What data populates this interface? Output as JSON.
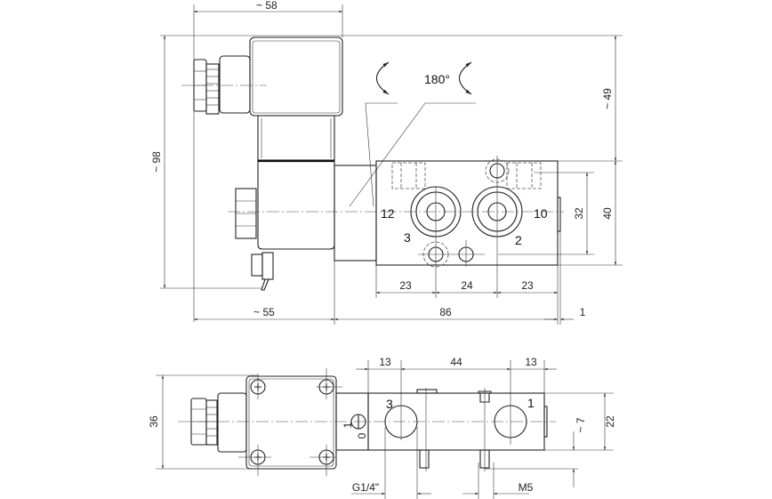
{
  "top_view": {
    "port_labels": {
      "p12": "12",
      "p10": "10",
      "p3": "3",
      "p2": "2"
    },
    "rotation_label": "180°",
    "dims": {
      "width_coil": "~ 58",
      "height_total": "~ 98",
      "height_coil": "~ 49",
      "height_block": "40",
      "port_spacing_v": "32",
      "d23a": "23",
      "d24": "24",
      "d23b": "23",
      "coil_len": "~ 55",
      "block_len": "86",
      "tab": "1"
    }
  },
  "bottom_view": {
    "port_labels": {
      "p3": "3",
      "p1": "1"
    },
    "lever_labels": {
      "on": "1",
      "off": "0"
    },
    "dims": {
      "height": "36",
      "d13a": "13",
      "d44": "44",
      "d13b": "13",
      "block_h": "22",
      "pin": "~ 7",
      "thread_main": "G1/4\"",
      "thread_pilot": "M5"
    }
  }
}
